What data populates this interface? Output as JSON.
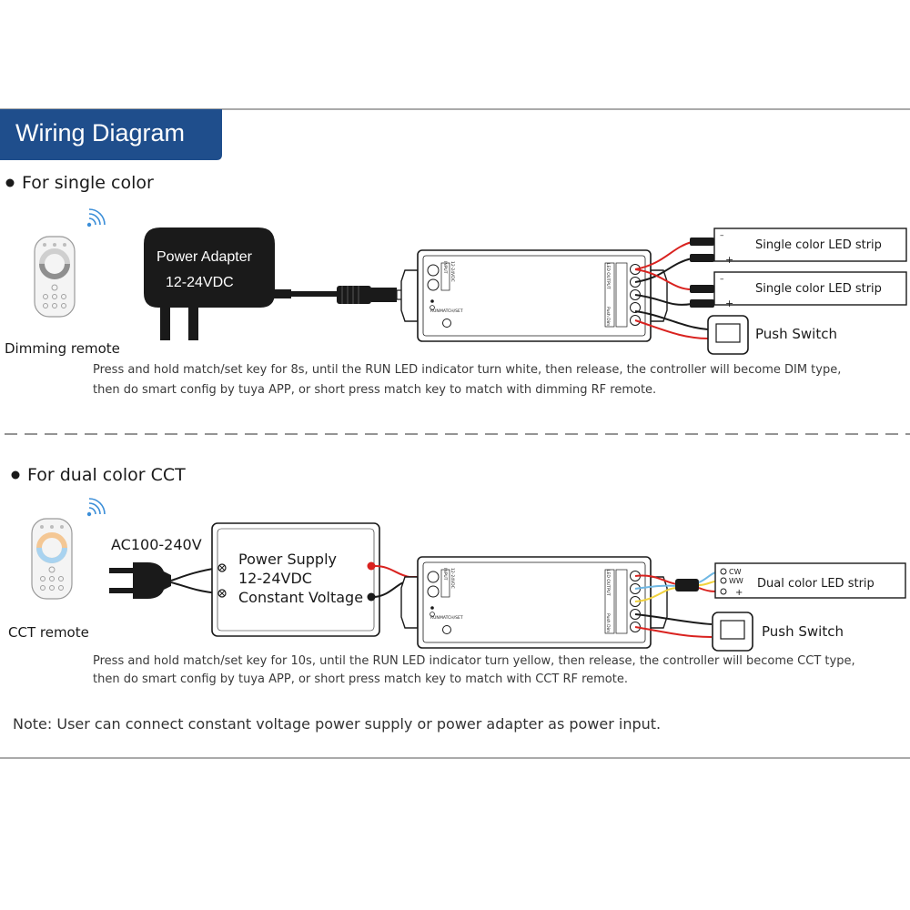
{
  "header": {
    "title": "Wiring Diagram"
  },
  "colors": {
    "accent": "#1f4e8c",
    "wire_red": "#d9221f",
    "wire_black": "#1a1a1a",
    "wire_blue": "#6fb7e3",
    "wire_yellow": "#f1d23d",
    "signal_blue": "#3b8ed8"
  },
  "single": {
    "bullet": "For single color",
    "remote_label": "Dimming remote",
    "adapter_line1": "Power Adapter",
    "adapter_line2": "12-24VDC",
    "strip1": "Single color LED strip",
    "strip2": "Single color LED strip",
    "push_switch": "Push Switch",
    "instr1": "Press and hold match/set key for 8s, until the RUN LED indicator turn white, then release, the controller will become DIM type,",
    "instr2": "then do  smart  config by  tuya  APP,  or  short press match key to match  with dimming  RF  remote."
  },
  "cct": {
    "bullet": "For dual color CCT",
    "remote_label": "CCT remote",
    "ac_label": "AC100-240V",
    "supply_line1": "Power Supply",
    "supply_line2": "12-24VDC",
    "supply_line3": "Constant Voltage",
    "strip": "Dual color LED strip",
    "cw": "CW",
    "ww": "WW",
    "plus": "+",
    "push_switch": "Push Switch",
    "instr1": "Press and hold match/set key for 10s, until the RUN LED indicator turn yellow, then release, the controller will become CCT type,",
    "instr2": "then do  smart  config by  tuya  APP,  or  short press match key to match  with CCT  RF  remote."
  },
  "note": "Note: User can connect constant voltage power supply or power adapter as power input.",
  "controller": {
    "input": "INPUT",
    "input_v": "12-24VDC",
    "led_output": "LED OUTPUT",
    "run": "RUN",
    "match": "MATCH/SET",
    "push_dim": "Push Dim"
  },
  "icons": {
    "wifi": "wireless-signal-icon",
    "remote": "rf-remote-icon",
    "plug": "ac-plug-icon"
  }
}
